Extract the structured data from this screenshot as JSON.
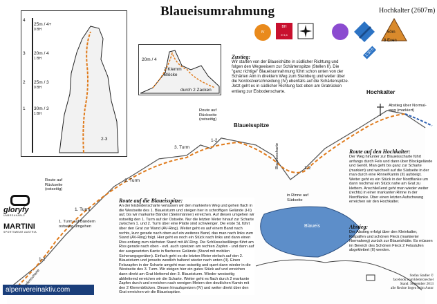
{
  "header": {
    "title": "Blaueisumrahmung",
    "peak": "Hochkalter (2607m)"
  },
  "badges": {
    "grade": "IV",
    "helmet": "BH",
    "protect": "E 5,6",
    "ropes": "50m",
    "rope_sub": "8 Exen",
    "height": "1:30 h"
  },
  "topo_left": {
    "pitches": [
      {
        "no": "4",
        "len": "25m / 4+",
        "bolts": "0 BH"
      },
      {
        "no": "3",
        "len": "20m / 4",
        "bolts": "1 BH"
      },
      {
        "no": "2",
        "len": "25m / 3",
        "bolts": "0 BH"
      },
      {
        "no": "1",
        "len": "30m / 3",
        "bolts": "1 BH"
      }
    ],
    "bottom_mark": "2-3"
  },
  "topo_mid": {
    "len": "20m / 4",
    "note1": "2 Klemm\nBlöcke",
    "note2": "durch 2 Zacken"
  },
  "zustieg": {
    "heading": "Zustieg:",
    "text": "Wir starten von der Blaueishütte in südlicher Richtung und folgen den Wegweisern zur Schärtenspitze (Stellen II). Die \"ganz richtige\" Blaueisumrahmung führt schon unten von der Schärten Alm in direktem Weg zum Steinberg und weiter über die Nordostverschneidung (IV) ebenfalls auf die Schärtenspitze. Jetzt geht es in südlicher Richtung fast eben am Gratrücken entlang zur Eisbodenscharte."
  },
  "route_text": {
    "heading": "Route auf die Blaueisspitze:",
    "text": "An der Eisbodenscharte verlassen wir den markierten Weg und gehen flach in die Westseite des 1. Blaueisturm und steigen hier in schroffigen Gelände (I-II) auf, bis wir markante Bänder (Steinmänner) erreichen. Auf diesen umgehen wir ostseitig den 1. Turm auf der Ostseite. Nur die letzten Meter hinauf zur Scharte zwischen 1. und 2. Turm über eine Platte sind schwieriger. Die erste SL führt über den Grat zur Wand (AV-Ring). Weiter geht es auf einem Band nach rechts, kurz gerade nach oben auf ein weiteres Band, das man nach links zum Stand (AV-Ring) folgt. Hier geht es noch ein Stück nach links und dann einen Riss entlang zum nächsten Stand mit AV-Ring. Die Schlüsselseillänge führt am Riss gerade nach oben - evtl. auch spreizen am rechten Zapfen - und dann auf der ausgesetzten Kante in flacheres Gelände (Stand mit mobilen Sicherungsgeräten). Einfach geht es die letzten Meter einfach auf den 2. Blaueisturm und jenseits westlich haltend wieder nach unten (II). Einen Felszapfen in der Scharte umgeht man ostseitig und quert dann wieder in die Westseite des 3. Turm. Wir steigen hier ein gutes Stück auf und erreichen dann direkt am Grat klettemd den 3. Blaueisturm. Wieder westseitig abklettemd erreichen wir die Scharte. Weiter geht es flach durch 2 markante Zapfen durch und erreichen nach wenigen Metern den deutlichen Kamin mit den 2 Klemmblöcken. Diesen hinaufspreizen (IV) und weiter direkt über den Grat erreichen wir die Blaueisspitze."
  },
  "hochkalter_text": {
    "heading": "Route auf den Hochkalter:",
    "text": "Der Weg hinunter zur Blaueisscharte führt anfangs durch Fels und dann über Blockgelände und Geröll. Man geht bis ganz zur Scharte (markiert) und wechselt auf die Südseite in der man durch eine Rinne/Kamin (II) aufsteigt. Weiter geht es ein Stück in der Nordflanke um dann nochmal ein Stück nahe am Grat zu klettern. Anschließend geht man wieder weiter (rechts) in einer markanten Rinne in der Nordflanke. Über einen letzten Aufschwung erreichen wir den Hochkalter."
  },
  "abstieg": {
    "heading": "Abstieg:",
    "text": "Der Abstieg erfolgt über den Kleinkalter, Rotpalfen und schönen Fleck (markierter Normalweg) zurück zur Blaueishütte. Es müssen im Bereich des Schönen Fleck 2 Felsstufen abgeklettert (II) werden."
  },
  "panorama_labels": {
    "blaueisspitze": "Blaueisspitze",
    "hochkalter": "Hochkalter",
    "abstieg_normal": "Abstieg über Normal-\nweg (markiert)",
    "blaueisscharte": "Blaueisscharte",
    "rinne": "in Rinne auf\nSüdseite",
    "blaueis": "Blaueis",
    "turm3": "3. Turm",
    "turm2": "2. Turm",
    "turm1": "1. Turm",
    "route_rueck1": "Route auf\nRückseite\n(ostseitig)",
    "route_rueck2": "Route auf\nRückseite\n(ostseitig)",
    "baender": "1. Turm auf Bändern\nostseitig umgehen",
    "eisboden": "Eisbodenscharte",
    "m12a": "1-2",
    "m12b": "1-2",
    "m12c": "1-2"
  },
  "sponsors": {
    "glory": "gloryfy",
    "glory_sub": "UNBREAKABLE",
    "martini": "MARTINI",
    "martini_sub": "SPORTSWEAR AUSTRIA",
    "alpen": "alpenvereinaktiv.com"
  },
  "footer": {
    "author": "Stefan Stadler ©",
    "fb": "facebook.com/kletterzeichel",
    "date": "Stand: September 2013",
    "rights": "alle Rechte liegen beim Autor"
  },
  "colors": {
    "route": "#e07a1a",
    "sky": "#3a6fb0",
    "lake": "#5d8ec9"
  }
}
